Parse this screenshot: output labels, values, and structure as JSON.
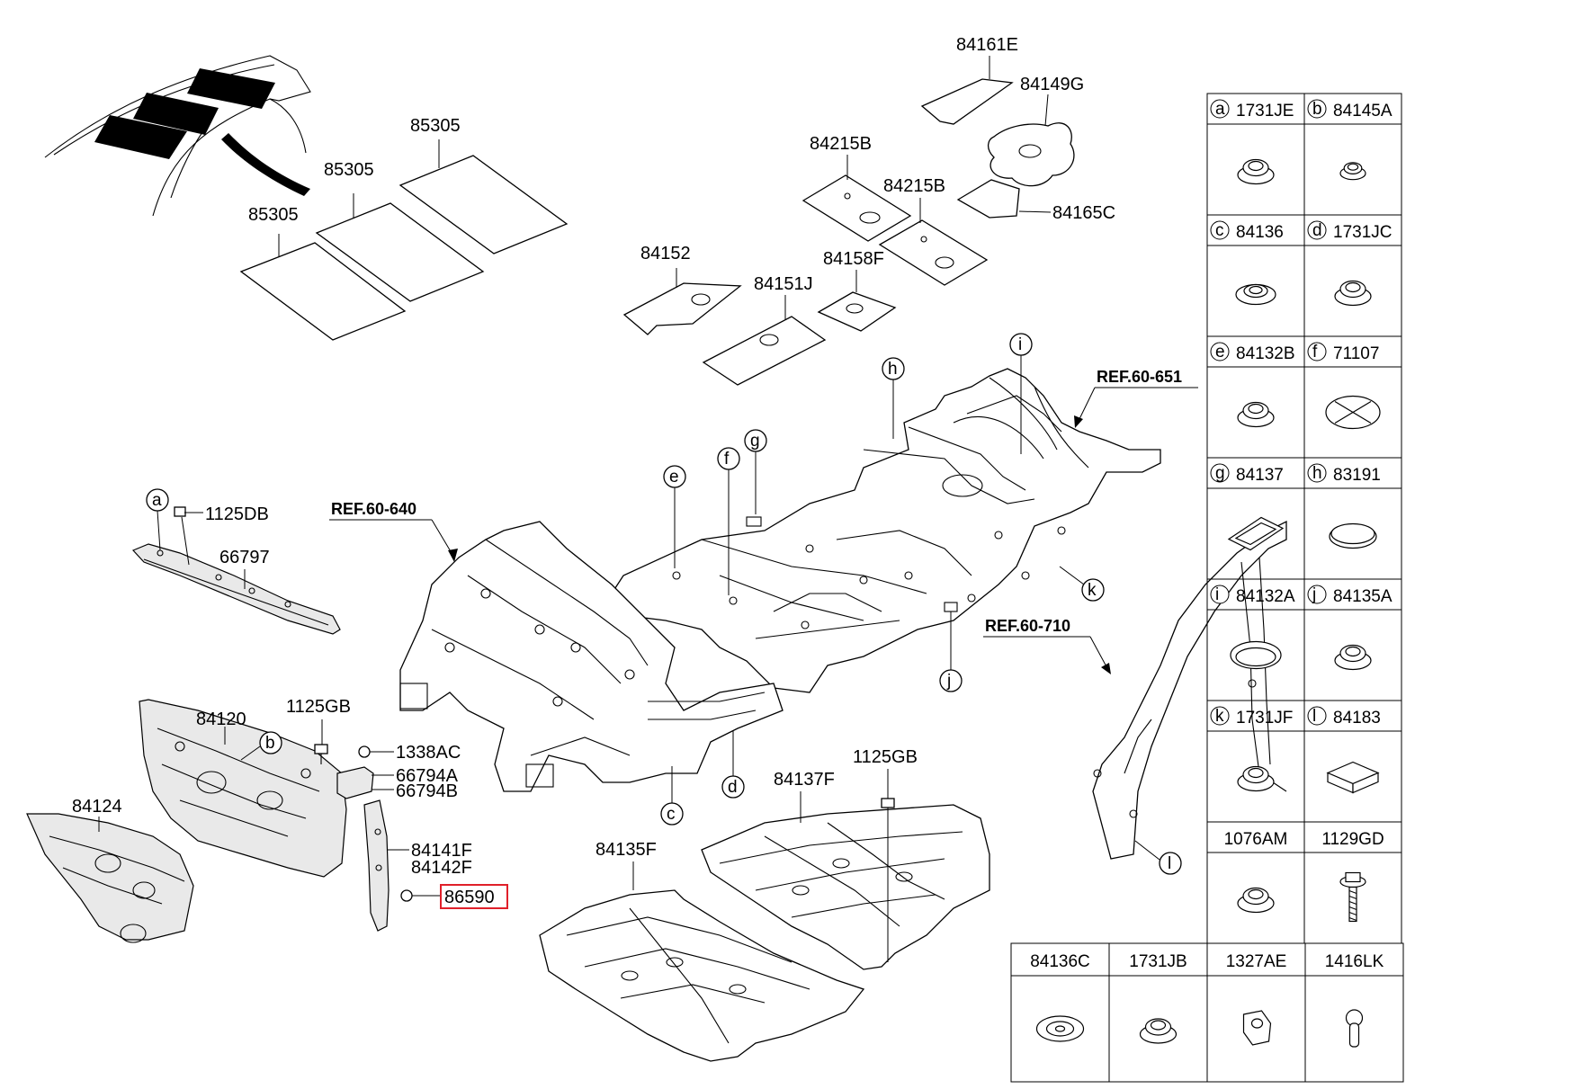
{
  "diagram": {
    "parts": {
      "p85305a": "85305",
      "p85305b": "85305",
      "p85305c": "85305",
      "p84161E": "84161E",
      "p84149G": "84149G",
      "p84215B_1": "84215B",
      "p84215B_2": "84215B",
      "p84165C": "84165C",
      "p84152": "84152",
      "p84151J": "84151J",
      "p84158F": "84158F",
      "p1125DB": "1125DB",
      "p66797": "66797",
      "p84120": "84120",
      "p1125GB_1": "1125GB",
      "p1338AC": "1338AC",
      "p66794A": "66794A",
      "p66794B": "66794B",
      "p84124": "84124",
      "p84141F": "84141F",
      "p84142F": "84142F",
      "p86590": "86590",
      "p84137F": "84137F",
      "p1125GB_2": "1125GB",
      "p84135F": "84135F"
    },
    "refs": {
      "ref640": "REF.60-640",
      "ref651": "REF.60-651",
      "ref710": "REF.60-710"
    },
    "callouts": {
      "a": "a",
      "b": "b",
      "c": "c",
      "d": "d",
      "e": "e",
      "f": "f",
      "g": "g",
      "h": "h",
      "i": "i",
      "j": "j",
      "k": "k",
      "l": "l"
    },
    "highlighted_part": "86590"
  },
  "legend": {
    "cells": [
      {
        "letter": "a",
        "code": "1731JE",
        "icon": "grommet-icon"
      },
      {
        "letter": "b",
        "code": "84145A",
        "icon": "small-grommet-icon"
      },
      {
        "letter": "c",
        "code": "84136",
        "icon": "ring-grommet-icon"
      },
      {
        "letter": "d",
        "code": "1731JC",
        "icon": "grommet-icon"
      },
      {
        "letter": "e",
        "code": "84132B",
        "icon": "grommet-icon"
      },
      {
        "letter": "f",
        "code": "71107",
        "icon": "cross-plug-icon"
      },
      {
        "letter": "g",
        "code": "84137",
        "icon": "rect-plug-icon"
      },
      {
        "letter": "h",
        "code": "83191",
        "icon": "flat-plug-icon"
      },
      {
        "letter": "i",
        "code": "84132A",
        "icon": "flat-ring-icon"
      },
      {
        "letter": "j",
        "code": "84135A",
        "icon": "grommet-icon"
      },
      {
        "letter": "k",
        "code": "1731JF",
        "icon": "grommet-icon"
      },
      {
        "letter": "l",
        "code": "84183",
        "icon": "pad-block-icon"
      },
      {
        "letter": "",
        "code": "1076AM",
        "icon": "grommet-icon"
      },
      {
        "letter": "",
        "code": "1129GD",
        "icon": "bolt-icon"
      }
    ],
    "bottom_row": [
      {
        "code": "84136C",
        "icon": "flat-grommet-icon"
      },
      {
        "code": "1731JB",
        "icon": "grommet-icon"
      },
      {
        "code": "1327AE",
        "icon": "nut-icon"
      },
      {
        "code": "1416LK",
        "icon": "pin-icon"
      }
    ]
  }
}
